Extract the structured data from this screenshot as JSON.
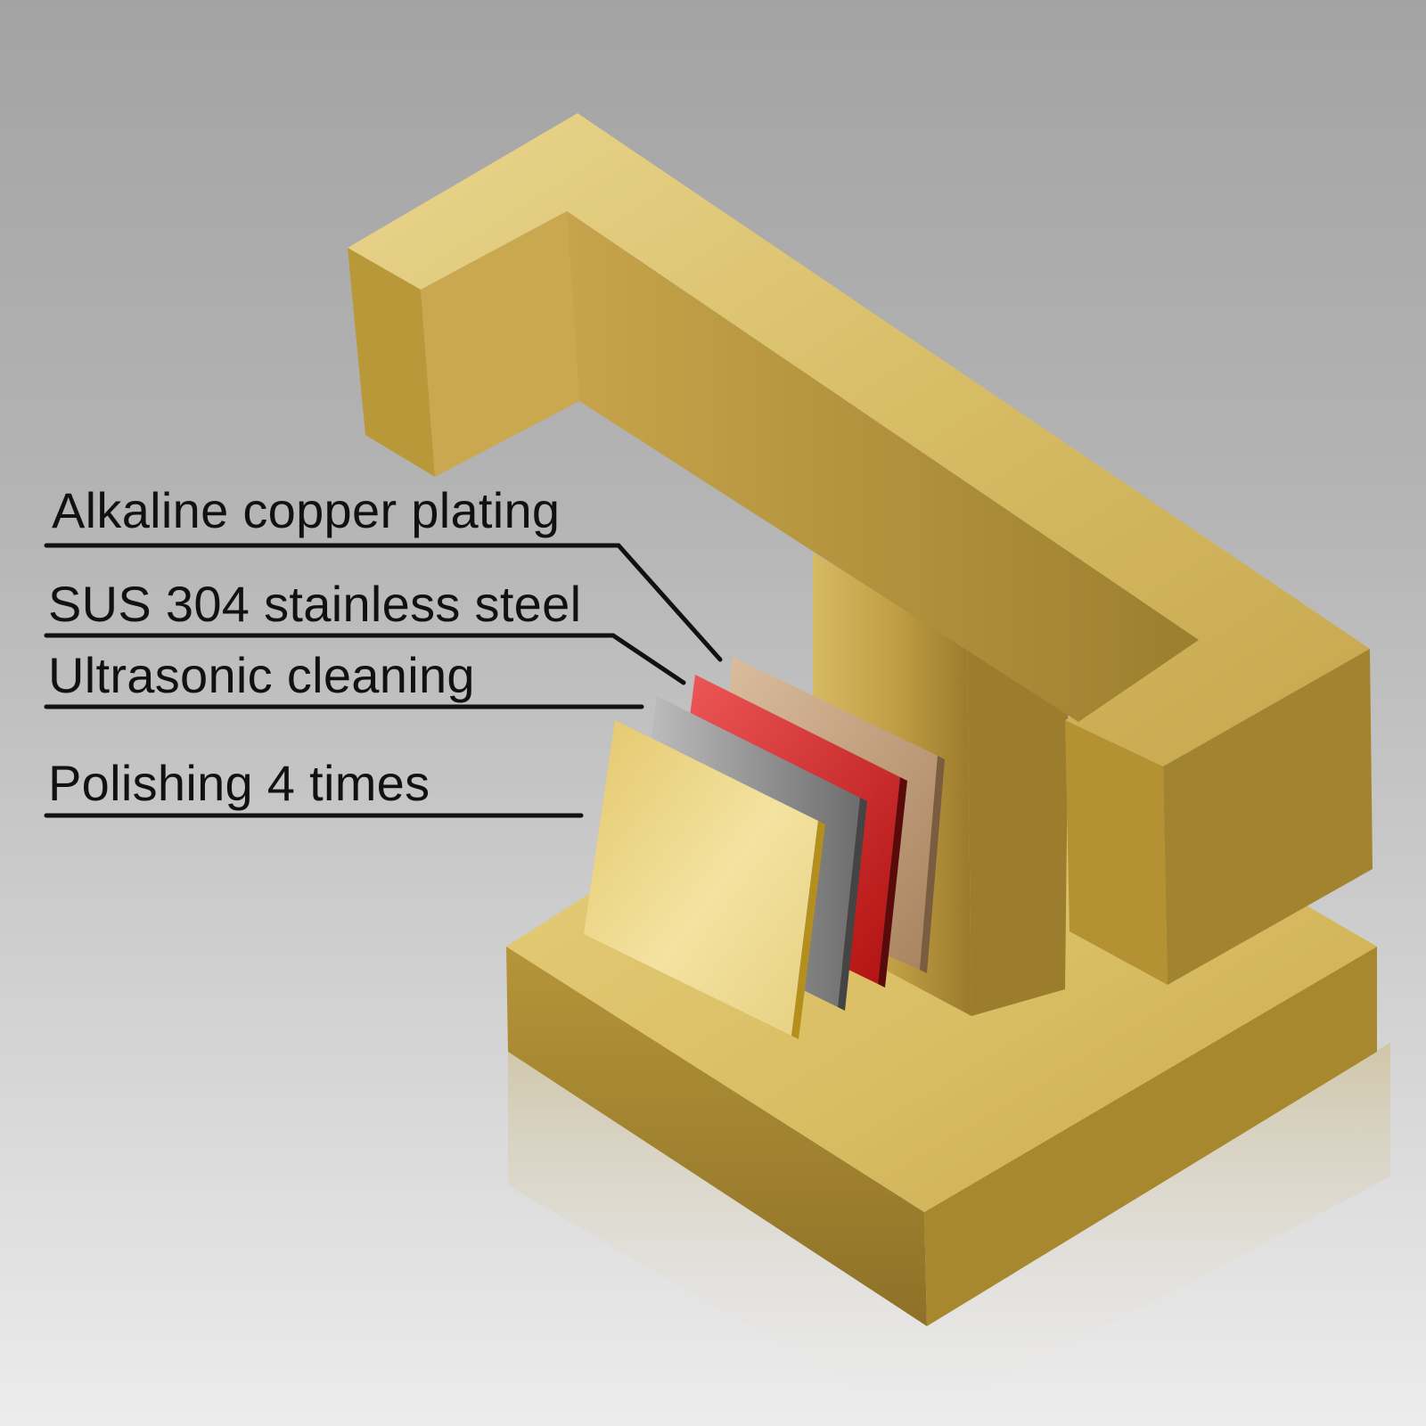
{
  "callouts": [
    {
      "text": "Alkaline copper plating"
    },
    {
      "text": "SUS 304 stainless steel"
    },
    {
      "text": "Ultrasonic cleaning"
    },
    {
      "text": "Polishing 4 times"
    }
  ],
  "layers": [
    {
      "name": "copper-layer",
      "color": "#c9a27c"
    },
    {
      "name": "red-layer",
      "color": "#d42a2a"
    },
    {
      "name": "steel-layer",
      "color": "#8a8a8a"
    },
    {
      "name": "gold-layer",
      "color": "#e8cf7a"
    }
  ],
  "colors": {
    "gold_light": "#e6cf80",
    "gold_mid": "#c9a94a",
    "gold_dark": "#8f7326",
    "label_text": "#111111",
    "leader_line": "#111111"
  }
}
